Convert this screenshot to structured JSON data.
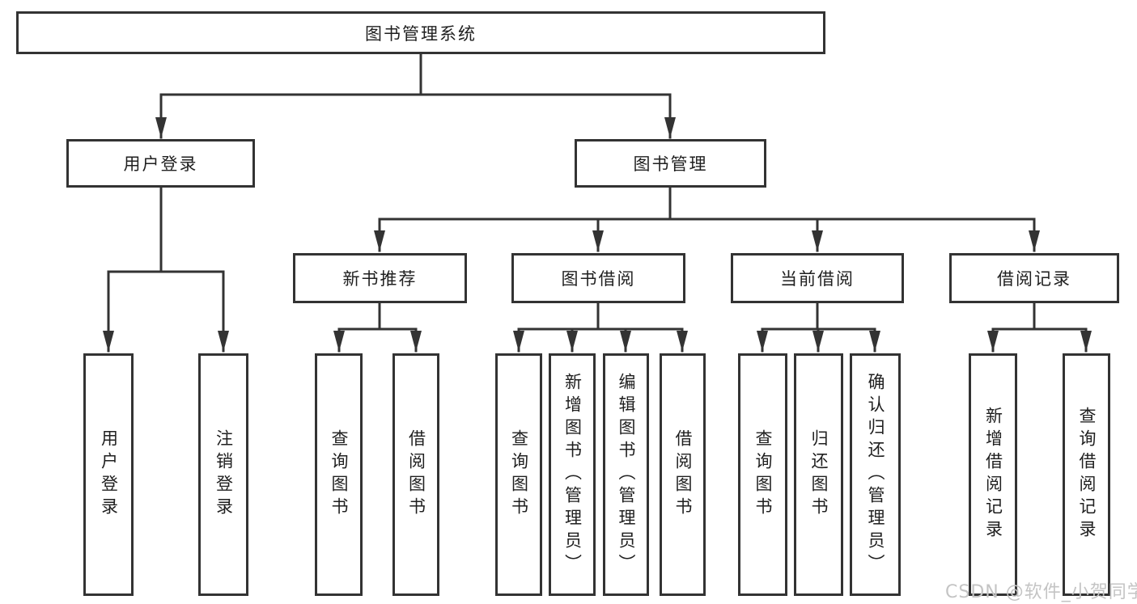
{
  "colors": {
    "line": "#333333",
    "text": "#1f1f1f",
    "box_bg": "#ffffff",
    "watermark": "#c4c4c4",
    "page_bg": "#ffffff"
  },
  "root": {
    "label": "图书管理系统"
  },
  "branches": [
    {
      "label": "用户登录",
      "children": [
        {
          "label": "用户登录"
        },
        {
          "label": "注销登录"
        }
      ]
    },
    {
      "label": "图书管理",
      "children": [
        {
          "label": "新书推荐",
          "children": [
            {
              "label": "查询图书"
            },
            {
              "label": "借阅图书"
            }
          ]
        },
        {
          "label": "图书借阅",
          "children": [
            {
              "label": "查询图书"
            },
            {
              "label": "新增图书（管理员）"
            },
            {
              "label": "编辑图书（管理员）"
            },
            {
              "label": "借阅图书"
            }
          ]
        },
        {
          "label": "当前借阅",
          "children": [
            {
              "label": "查询图书"
            },
            {
              "label": "归还图书"
            },
            {
              "label": "确认归还（管理员）"
            }
          ]
        },
        {
          "label": "借阅记录",
          "children": [
            {
              "label": "新增借阅记录"
            },
            {
              "label": "查询借阅记录"
            }
          ]
        }
      ]
    }
  ],
  "watermark": {
    "text": "CSDN @软件_小贺同学"
  }
}
